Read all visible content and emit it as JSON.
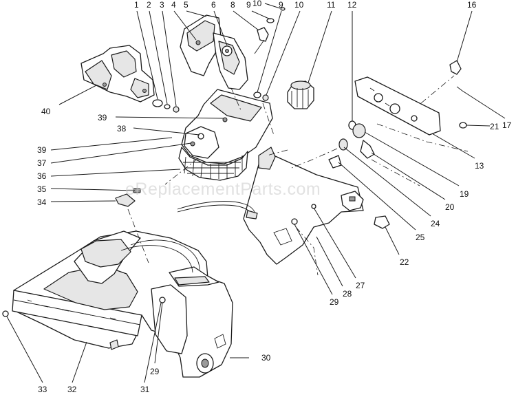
{
  "watermark": "eReplacementParts.com",
  "callouts": [
    "1",
    "2",
    "3",
    "4",
    "5",
    "6",
    "8",
    "9",
    "10",
    "9",
    "10",
    "11",
    "12",
    "16",
    "17",
    "21",
    "13",
    "19",
    "20",
    "24",
    "25",
    "22",
    "27",
    "28",
    "29",
    "40",
    "39",
    "38",
    "39",
    "37",
    "36",
    "35",
    "34",
    "30",
    "33",
    "32",
    "31",
    "29"
  ]
}
